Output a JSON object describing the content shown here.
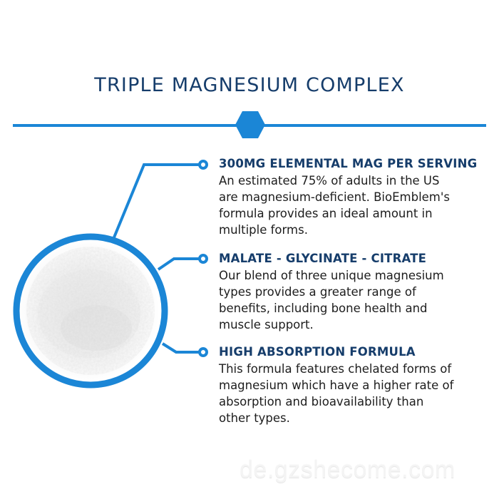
{
  "header": {
    "title": "TRIPLE MAGNESIUM COMPLEX"
  },
  "colors": {
    "accent_blue": "#1b86d6",
    "title_navy": "#163d6b",
    "body_text": "#1d1d1d",
    "background": "#ffffff"
  },
  "image": {
    "subject": "white magnesium powder in circular frame"
  },
  "features": [
    {
      "title": "300MG ELEMENTAL MAG PER SERVING",
      "body": "An estimated 75% of adults in the US\nare magnesium-deficient. BioEmblem's\nformula provides an ideal amount in\nmultiple forms."
    },
    {
      "title": "MALATE - GLYCINATE - CITRATE",
      "body": "Our blend of three unique magnesium\ntypes provides a greater range of\nbenefits, including bone health and\nmuscle support."
    },
    {
      "title": "HIGH ABSORPTION FORMULA",
      "body": "This formula features chelated forms of\nmagnesium which have a higher rate of\nabsorption and bioavailability than\nother types."
    }
  ],
  "watermark": "de.gzshecome.com"
}
